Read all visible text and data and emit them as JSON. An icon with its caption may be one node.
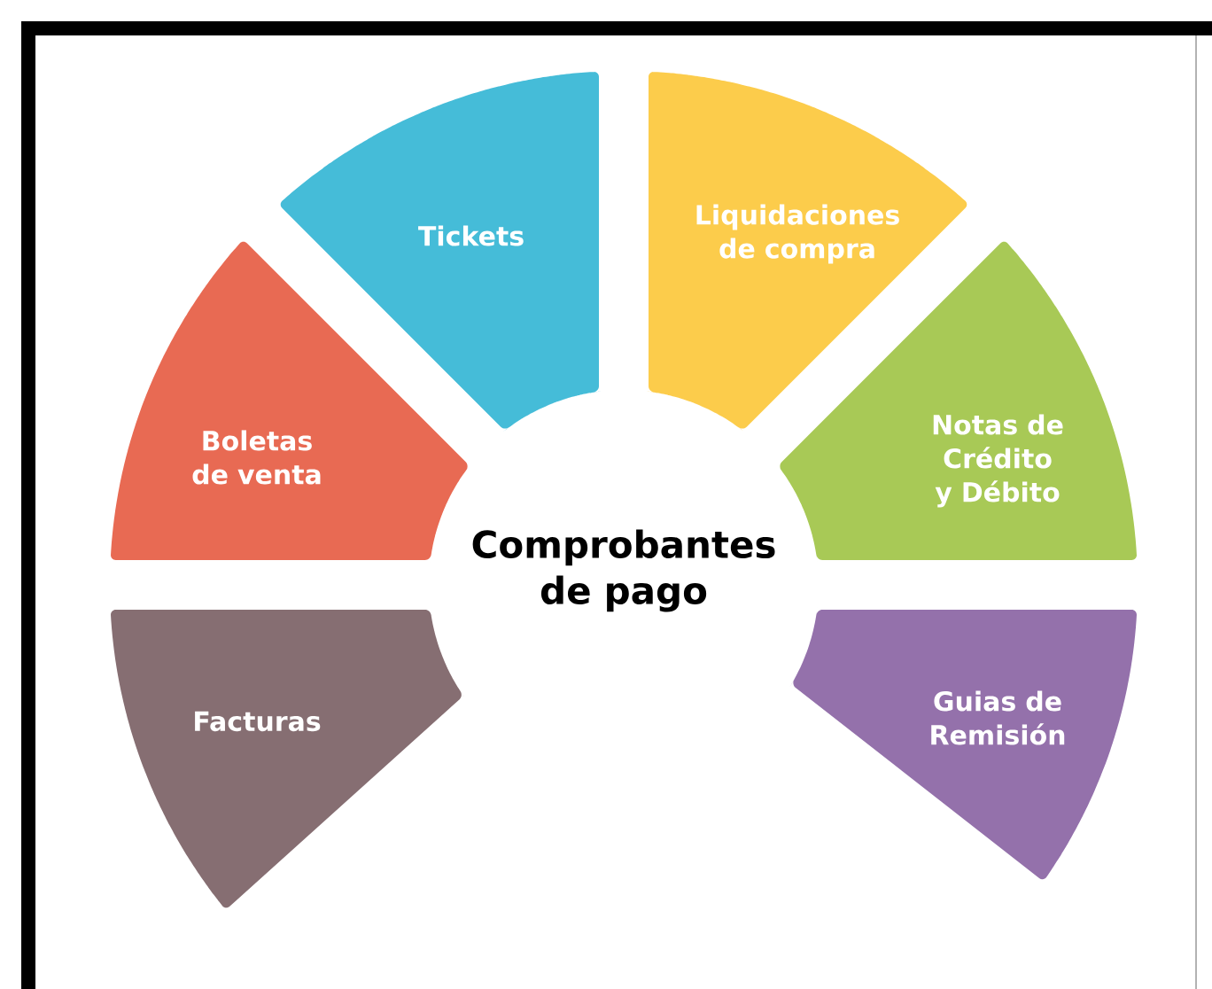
{
  "diagram": {
    "title": "Comprobantes de pago",
    "nodes": [
      {
        "text": [
          "Tickets"
        ]
      },
      {
        "text": [
          "Liquidaciones de compra"
        ]
      },
      {
        "text": [
          "Boletas de venta"
        ]
      },
      {
        "text": [
          "Notas de Crédito y Débito"
        ]
      },
      {
        "text": [
          "Facturas"
        ]
      },
      {
        "text": [
          "Guias de Remisión"
        ]
      }
    ]
  }
}
